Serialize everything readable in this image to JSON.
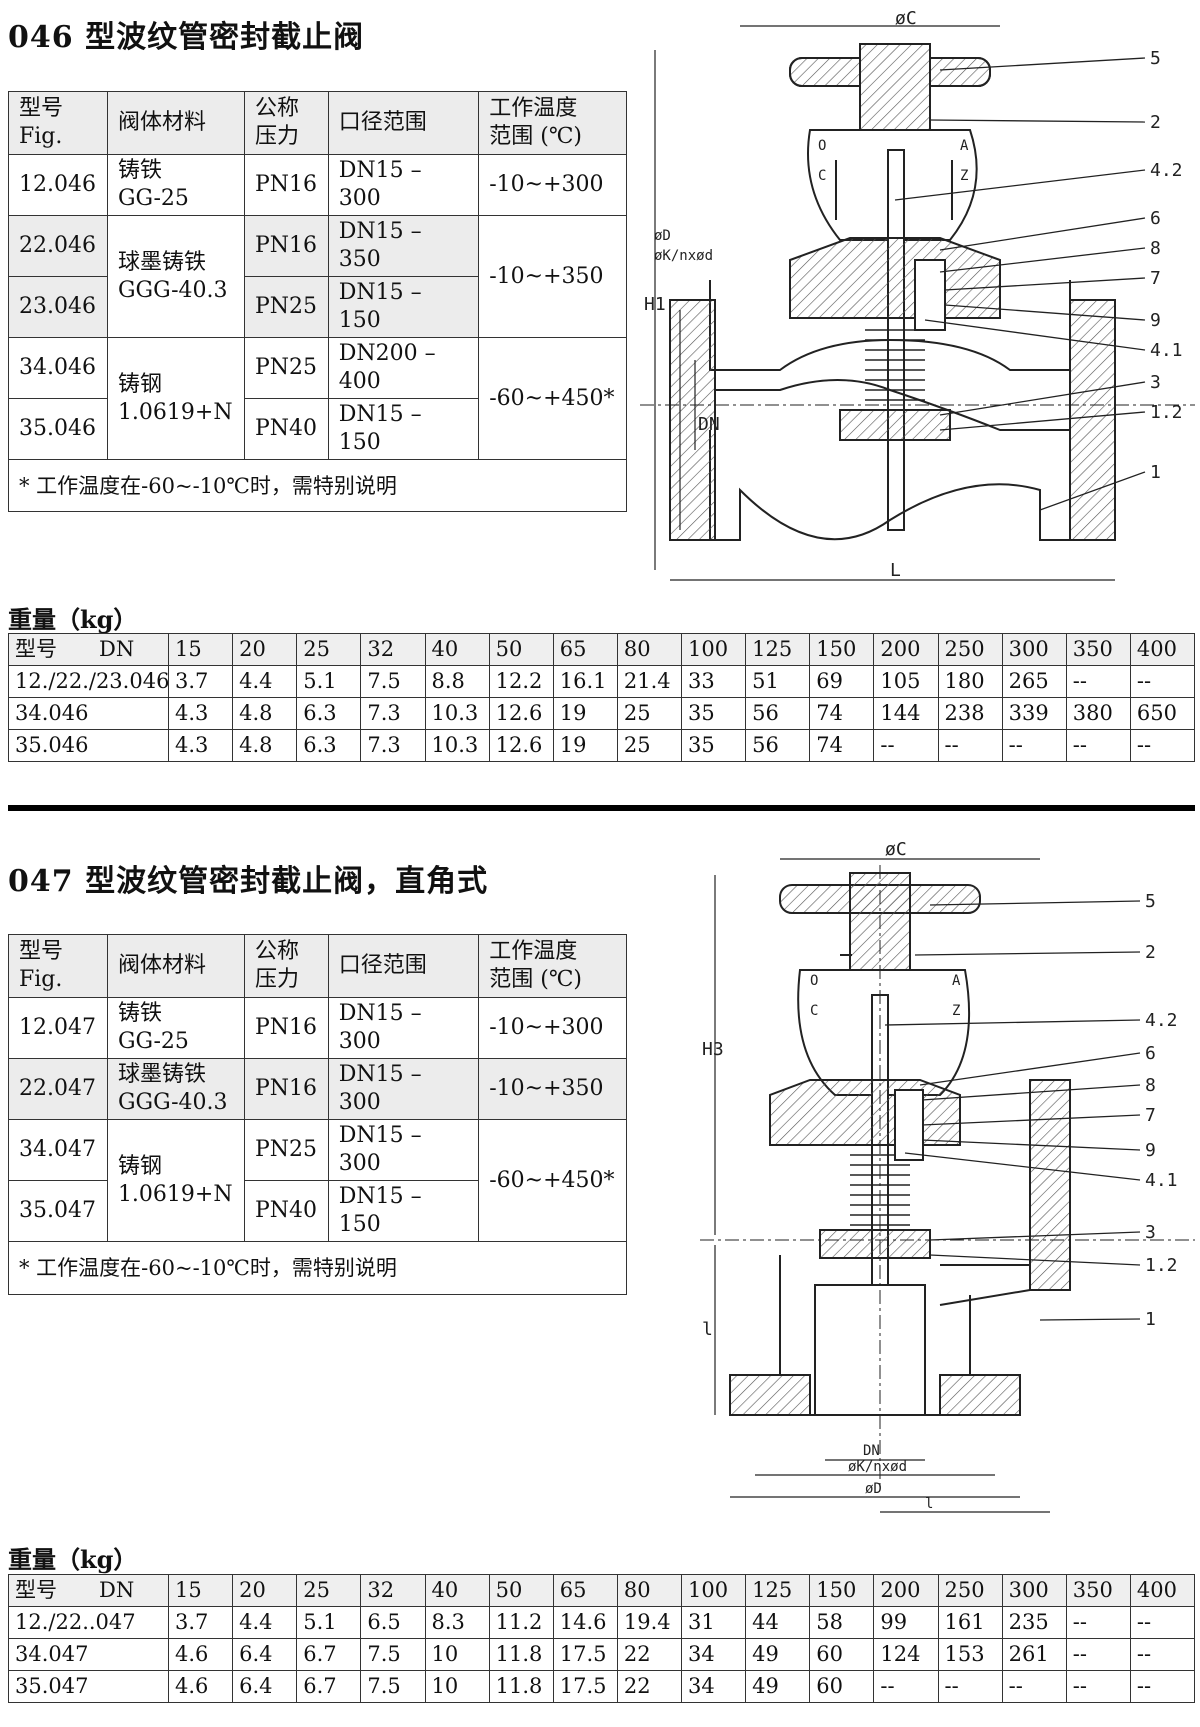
{
  "sections": [
    {
      "title": "046 型波纹管密封截止阀",
      "spec_headers": {
        "model": "型号\nFig.",
        "material": "阀体材料",
        "pressure": "公称\n压力",
        "range": "口径范围",
        "temp": "工作温度\n范围 (℃)"
      },
      "spec_rows": {
        "r1": {
          "model": "12.046",
          "material": "铸铁\nGG-25",
          "pressure": "PN16",
          "range": "DN15 – 300",
          "temp": "-10~+300"
        },
        "r2": {
          "model": "22.046",
          "material": "球墨铸铁\nGGG-40.3",
          "pressure": "PN16",
          "range": "DN15 – 350",
          "temp": "-10~+350"
        },
        "r3": {
          "model": "23.046",
          "pressure": "PN25",
          "range": "DN15 – 150"
        },
        "r4": {
          "model": "34.046",
          "material": "铸钢\n1.0619+N",
          "pressure": "PN25",
          "range": "DN200 – 400",
          "temp": "-60~+450*"
        },
        "r5": {
          "model": "35.046",
          "pressure": "PN40",
          "range": "DN15 – 150"
        }
      },
      "note": "* 工作温度在-60~-10℃时，需特别说明",
      "weight_title": "重量（kg）",
      "weight_header": [
        "型号　　DN",
        "15",
        "20",
        "25",
        "32",
        "40",
        "50",
        "65",
        "80",
        "100",
        "125",
        "150",
        "200",
        "250",
        "300",
        "350",
        "400"
      ],
      "weight_rows": [
        [
          "12./22./23.046",
          "3.7",
          "4.4",
          "5.1",
          "7.5",
          "8.8",
          "12.2",
          "16.1",
          "21.4",
          "33",
          "51",
          "69",
          "105",
          "180",
          "265",
          "--",
          "--"
        ],
        [
          "34.046",
          "4.3",
          "4.8",
          "6.3",
          "7.3",
          "10.3",
          "12.6",
          "19",
          "25",
          "35",
          "56",
          "74",
          "144",
          "238",
          "339",
          "380",
          "650"
        ],
        [
          "35.046",
          "4.3",
          "4.8",
          "6.3",
          "7.3",
          "10.3",
          "12.6",
          "19",
          "25",
          "35",
          "56",
          "74",
          "--",
          "--",
          "--",
          "--",
          "--"
        ]
      ],
      "drawing": {
        "dims": {
          "c": "øC",
          "h1": "H1",
          "d": "øD",
          "k": "øK/nxød",
          "dn": "DN",
          "l": "L"
        },
        "callouts": [
          "5",
          "2",
          "4.2",
          "6",
          "8",
          "7",
          "9",
          "4.1",
          "3",
          "1.2",
          "1"
        ],
        "body_marks": [
          "O",
          "C",
          "A",
          "Z"
        ]
      }
    },
    {
      "title": "047 型波纹管密封截止阀，直角式",
      "spec_headers": {
        "model": "型号\nFig.",
        "material": "阀体材料",
        "pressure": "公称\n压力",
        "range": "口径范围",
        "temp": "工作温度\n范围 (℃)"
      },
      "spec_rows": {
        "r1": {
          "model": "12.047",
          "material": "铸铁\nGG-25",
          "pressure": "PN16",
          "range": "DN15 – 300",
          "temp": "-10~+300"
        },
        "r2": {
          "model": "22.047",
          "material": "球墨铸铁\nGGG-40.3",
          "pressure": "PN16",
          "range": "DN15 – 300",
          "temp": "-10~+350"
        },
        "r3": {
          "model": "34.047",
          "material": "铸钢\n1.0619+N",
          "pressure": "PN25",
          "range": "DN15 – 300",
          "temp": "-60~+450*"
        },
        "r4": {
          "model": "35.047",
          "pressure": "PN40",
          "range": "DN15 – 150"
        }
      },
      "note": "* 工作温度在-60~-10℃时，需特别说明",
      "weight_title": "重量（kg）",
      "weight_header": [
        "型号　　DN",
        "15",
        "20",
        "25",
        "32",
        "40",
        "50",
        "65",
        "80",
        "100",
        "125",
        "150",
        "200",
        "250",
        "300",
        "350",
        "400"
      ],
      "weight_rows": [
        [
          "12./22..047",
          "3.7",
          "4.4",
          "5.1",
          "6.5",
          "8.3",
          "11.2",
          "14.6",
          "19.4",
          "31",
          "44",
          "58",
          "99",
          "161",
          "235",
          "--",
          "--"
        ],
        [
          "34.047",
          "4.6",
          "6.4",
          "6.7",
          "7.5",
          "10",
          "11.8",
          "17.5",
          "22",
          "34",
          "49",
          "60",
          "124",
          "153",
          "261",
          "--",
          "--"
        ],
        [
          "35.047",
          "4.6",
          "6.4",
          "6.7",
          "7.5",
          "10",
          "11.8",
          "17.5",
          "22",
          "34",
          "49",
          "60",
          "--",
          "--",
          "--",
          "--",
          "--"
        ]
      ],
      "drawing": {
        "dims": {
          "c": "øC",
          "h3": "H3",
          "l": "l",
          "dn": "DN",
          "k": "øK/nxød",
          "d": "øD"
        },
        "callouts": [
          "5",
          "2",
          "4.2",
          "6",
          "8",
          "7",
          "9",
          "4.1",
          "3",
          "1.2",
          "1"
        ],
        "body_marks": [
          "O",
          "C",
          "A",
          "Z"
        ]
      }
    }
  ]
}
